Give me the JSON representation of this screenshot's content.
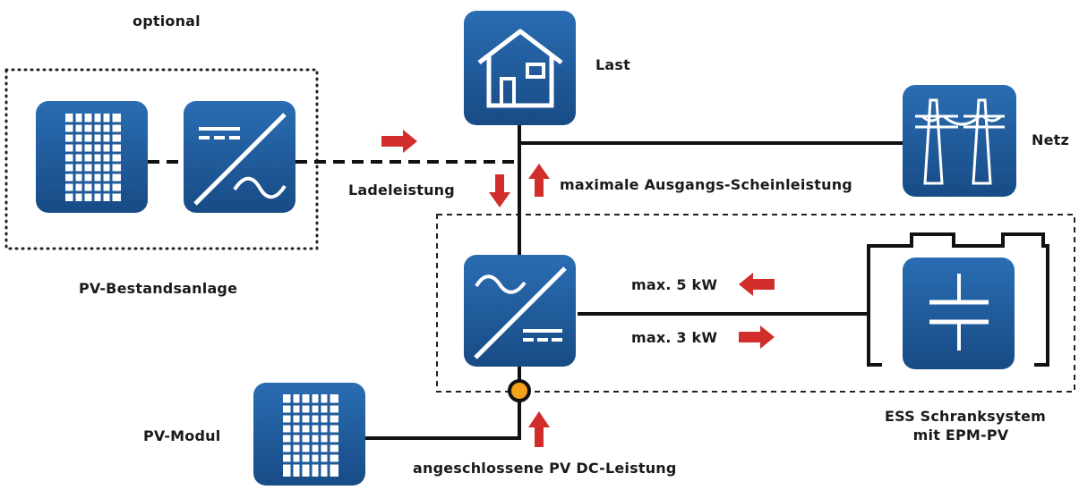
{
  "labels": {
    "optional": "optional",
    "pv_existing": "PV-Bestandsanlage",
    "load": "Last",
    "grid": "Netz",
    "charging_power": "Ladeleistung",
    "max_output": "maximale Ausgangs-Scheinleistung",
    "max_5kw": "max. 5 kW",
    "max_3kw": "max. 3 kW",
    "pv_module": "PV-Modul",
    "pv_dc": "angeschlossene PV DC-Leistung",
    "ess_line1": "ESS Schranksystem",
    "ess_line2": "mit EPM-PV"
  },
  "colors": {
    "icon_fill": "#1f5a9a",
    "icon_border": "#174a80",
    "arrow": "#d12e2b",
    "line": "#111111",
    "junction": "#f5a21b"
  },
  "icons": {
    "pv_panel_existing": "solar-panel-icon",
    "inverter_existing": "inverter-icon",
    "house": "house-icon",
    "pylons": "power-pylon-icon",
    "hybrid_inverter": "inverter-icon",
    "battery": "battery-icon",
    "pv_panel_module": "solar-panel-icon"
  }
}
